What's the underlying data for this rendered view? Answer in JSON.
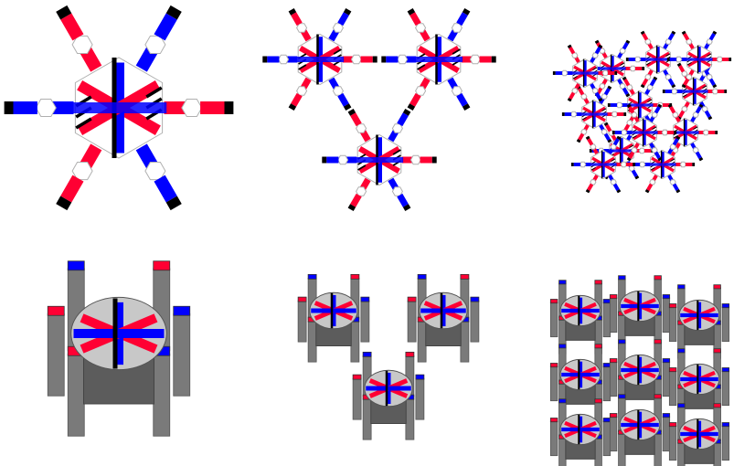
{
  "colors": {
    "red": "#ff0033",
    "blue": "#0000ff",
    "black": "#000000",
    "outline": "#b0b0b0",
    "hex_fill": "#ffffff",
    "gray_top": "#c8c8c8",
    "gray_side": "#7a7a7a",
    "gray_dark": "#5c5c5c"
  },
  "panels": [
    {
      "id": "single-unit-2d",
      "view": "flat",
      "units": 1
    },
    {
      "id": "three-unit-2d",
      "view": "flat",
      "units": 3
    },
    {
      "id": "many-unit-2d",
      "view": "flat",
      "units": 12
    },
    {
      "id": "single-unit-3d",
      "view": "3d",
      "units": 1
    },
    {
      "id": "three-unit-3d",
      "view": "3d",
      "units": 3
    },
    {
      "id": "many-unit-3d",
      "view": "3d",
      "units": 9
    }
  ]
}
